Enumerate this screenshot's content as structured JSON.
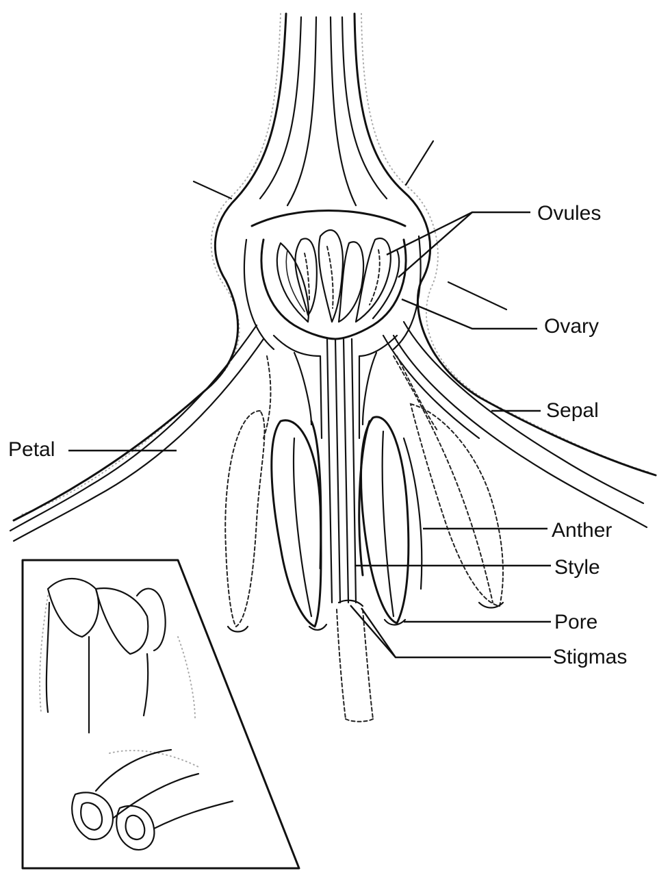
{
  "labels": {
    "ovules": "Ovules",
    "ovary": "Ovary",
    "sepal": "Sepal",
    "petal": "Petal",
    "anther": "Anther",
    "style": "Style",
    "pore": "Pore",
    "stigmas": "Stigmas"
  },
  "colors": {
    "ink": "#111111",
    "background": "#ffffff",
    "stipple": "#aaaaaa"
  }
}
